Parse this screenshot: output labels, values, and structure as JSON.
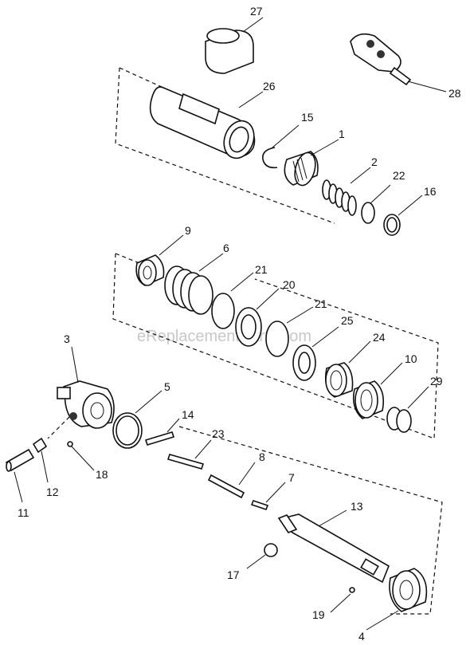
{
  "watermark": "eReplacementParts.com",
  "callouts": {
    "c27": "27",
    "c26": "26",
    "c28": "28",
    "c15": "15",
    "c1": "1",
    "c2": "2",
    "c22": "22",
    "c16": "16",
    "c9": "9",
    "c6": "6",
    "c21a": "21",
    "c20": "20",
    "c21b": "21",
    "c25": "25",
    "c24": "24",
    "c10": "10",
    "c29": "29",
    "c3": "3",
    "c5": "5",
    "c14": "14",
    "c23": "23",
    "c8": "8",
    "c7": "7",
    "c13": "13",
    "c11": "11",
    "c12": "12",
    "c18": "18",
    "c17": "17",
    "c19": "19",
    "c4": "4"
  }
}
